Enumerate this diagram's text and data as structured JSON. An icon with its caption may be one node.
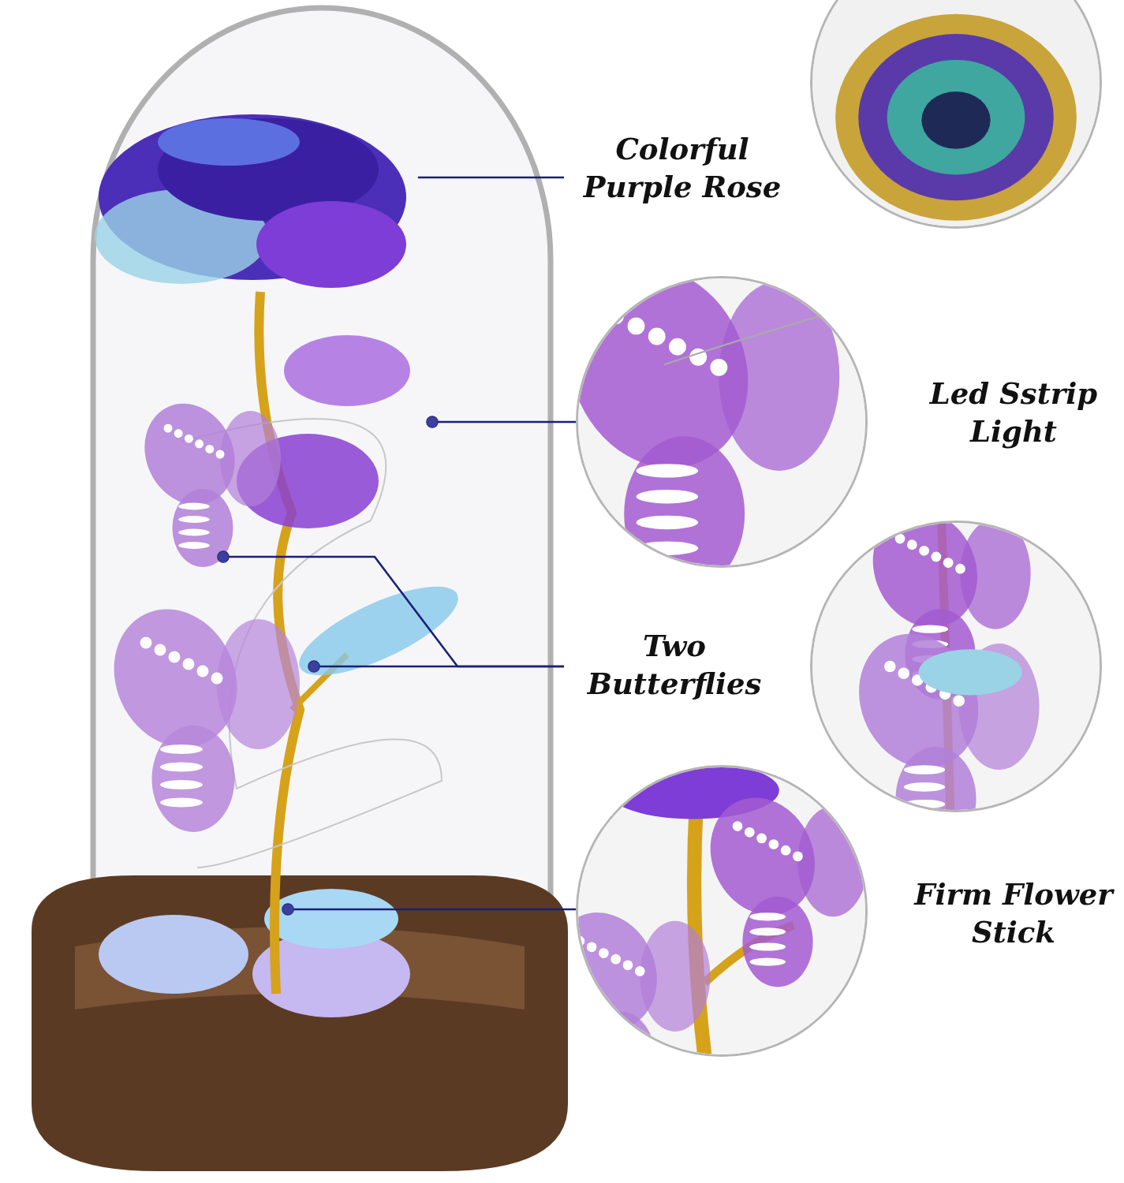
{
  "diagram": {
    "nodes": [
      {
        "text": [
          "Colorful Purple Rose"
        ]
      },
      {
        "text": [],
        "shape": "picture"
      },
      {
        "text": [],
        "shape": "picture"
      },
      {
        "text": [],
        "shape": "picture"
      },
      {
        "text": [
          "Led Sstrip Light"
        ]
      },
      {
        "text": [
          "Two Butterflies"
        ]
      },
      {
        "text": [],
        "shape": "picture"
      },
      {
        "text": [],
        "shape": "picture"
      },
      {
        "text": [
          "Firm Flower Stick"
        ]
      }
    ],
    "edges": [
      {
        "from": 1,
        "to": 0,
        "arrow": "none"
      },
      {
        "from": 1,
        "to": 3,
        "arrow": "other"
      },
      {
        "from": 1,
        "to": 5,
        "arrow": "other"
      },
      {
        "from": 1,
        "to": 5,
        "arrow": "other"
      },
      {
        "from": 1,
        "to": 7,
        "arrow": "other"
      }
    ]
  }
}
